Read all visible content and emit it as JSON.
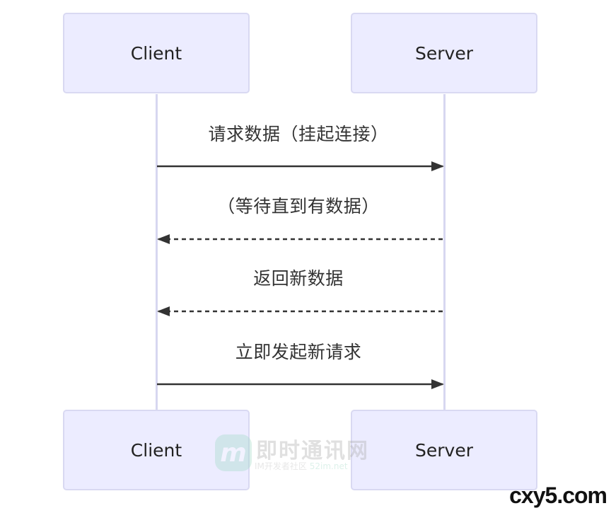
{
  "actors": {
    "client_top": "Client",
    "server_top": "Server",
    "client_bottom": "Client",
    "server_bottom": "Server"
  },
  "messages": [
    {
      "label": "请求数据（挂起连接）",
      "direction": "client-to-server",
      "style": "solid"
    },
    {
      "label": "（等待直到有数据）",
      "direction": "server-to-client",
      "style": "dashed"
    },
    {
      "label": "返回新数据",
      "direction": "server-to-client",
      "style": "dashed"
    },
    {
      "label": "立即发起新请求",
      "direction": "client-to-server",
      "style": "solid"
    }
  ],
  "watermark": {
    "logo_letter": "m",
    "name": "即时通讯网",
    "tagline": "IM开发者社区",
    "site": "52im.net"
  },
  "corner_mark": "cxy5.com",
  "colors": {
    "actor_fill": "#ECECFF",
    "actor_border": "#D9D9F2",
    "lifeline": "#D7D7F0",
    "arrow": "#333333"
  }
}
